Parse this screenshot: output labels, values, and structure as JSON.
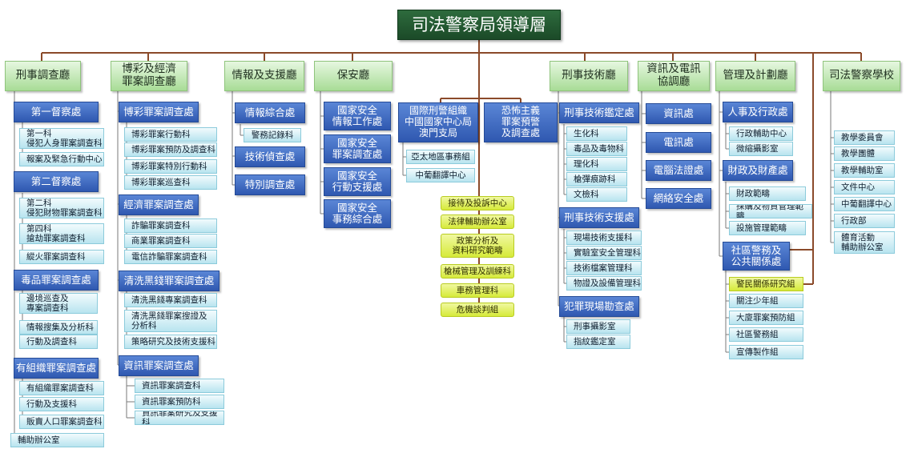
{
  "root": "司法警察局領導層",
  "departments": {
    "criminal": "刑事調查廳",
    "gaming": "博彩及經濟\n罪案調查廳",
    "intel": "情報及支援廳",
    "security": "保安廳",
    "forensic": "刑事技術廳",
    "it": "資訊及電訊\n協調廳",
    "mgmt": "管理及計劃廳",
    "school": "司法警察學校"
  },
  "criminal": {
    "div1": "第一督察處",
    "div1_secs": [
      "第一科\n侵犯人身罪案調查科",
      "報案及緊急行動中心"
    ],
    "div2": "第二督察處",
    "div2_secs": [
      "第二科\n侵犯財物罪案調查科",
      "第四科\n搶劫罪案調查科",
      "縱火罪案調查科"
    ],
    "drug": "毒品罪案調查處",
    "drug_secs": [
      "邊境巡查及\n專案調查科",
      "情報搜集及分析科",
      "行動及調查科"
    ],
    "org": "有組織罪案調查處",
    "org_secs": [
      "有組織罪案調查科",
      "行動及支援科",
      "販賣人口罪案調查科"
    ],
    "office": "輔助辦公室"
  },
  "gaming": {
    "div1": "博彩罪案調查處",
    "div1_secs": [
      "博彩罪案行動科",
      "博彩罪案預防及調查科",
      "博彩罪案特別行動科",
      "博彩罪案巡查科"
    ],
    "div2": "經濟罪案調查處",
    "div2_secs": [
      "詐騙罪案調查科",
      "商業罪案調查科",
      "電信詐騙罪案調查科"
    ],
    "div3": "清洗黑錢罪案調查處",
    "div3_secs": [
      "清洗黑錢專案調查科",
      "清洗黑錢罪案搜證及\n分析科",
      "策略研究及技術支援科"
    ],
    "div4": "資訊罪案調查處",
    "div4_secs": [
      "資訊罪案調查科",
      "資訊罪案預防科",
      "資訊罪案研究及支援科"
    ]
  },
  "intel": {
    "div1": "情報綜合處",
    "div1_secs": [
      "警務記錄科"
    ],
    "div2": "技術偵查處",
    "div3": "特別調查處"
  },
  "security": {
    "divs": [
      "國家安全\n情報工作處",
      "國家安全\n罪案調查處",
      "國家安全\n行動支援處",
      "國家安全\n事務綜合處"
    ]
  },
  "interpol": {
    "title": "國際刑警組織\n中國國家中心局\n澳門支局",
    "secs": [
      "亞太地區事務組",
      "中葡翻譯中心"
    ]
  },
  "terror": {
    "title": "恐怖主義\n罪案預警\n及調查處"
  },
  "center": {
    "items": [
      "接待及投訴中心",
      "法律輔助辦公室",
      "政策分析及\n資料研究範疇",
      "槍械管理及訓練科",
      "車務管理科",
      "危機談判組"
    ]
  },
  "forensic": {
    "div1": "刑事技術鑑定處",
    "div1_secs": [
      "生化科",
      "毒品及毒物科",
      "理化科",
      "槍彈痕跡科",
      "文檢科"
    ],
    "div2": "刑事技術支援處",
    "div2_secs": [
      "現場技術支援科",
      "實驗室安全管理科",
      "技術檔案管理科",
      "物證及設備管理科"
    ],
    "div3": "犯罪現場勘查處",
    "div3_secs": [
      "刑事攝影室",
      "指紋鑑定室"
    ]
  },
  "it": {
    "divs": [
      "資訊處",
      "電訊處",
      "電腦法證處",
      "網絡安全處"
    ]
  },
  "mgmt": {
    "div1": "人事及行政處",
    "div1_secs": [
      "行政輔助中心",
      "微縮攝影室"
    ],
    "div2": "財政及財產處",
    "div2_secs": [
      "財政範疇",
      "採購及物資管理範疇",
      "設施管理範疇"
    ],
    "div3": "社區警務及\n公共關係處",
    "div3_highlight": "警民關係研究組",
    "div3_secs": [
      "關注少年組",
      "大廈罪案預防組",
      "社區警務組",
      "宣傳製作組"
    ]
  },
  "school": {
    "secs": [
      "教學委員會",
      "教學團體",
      "教學輔助室",
      "文件中心",
      "中葡翻譯中心",
      "行政部",
      "體育活動\n輔助辦公室"
    ]
  }
}
